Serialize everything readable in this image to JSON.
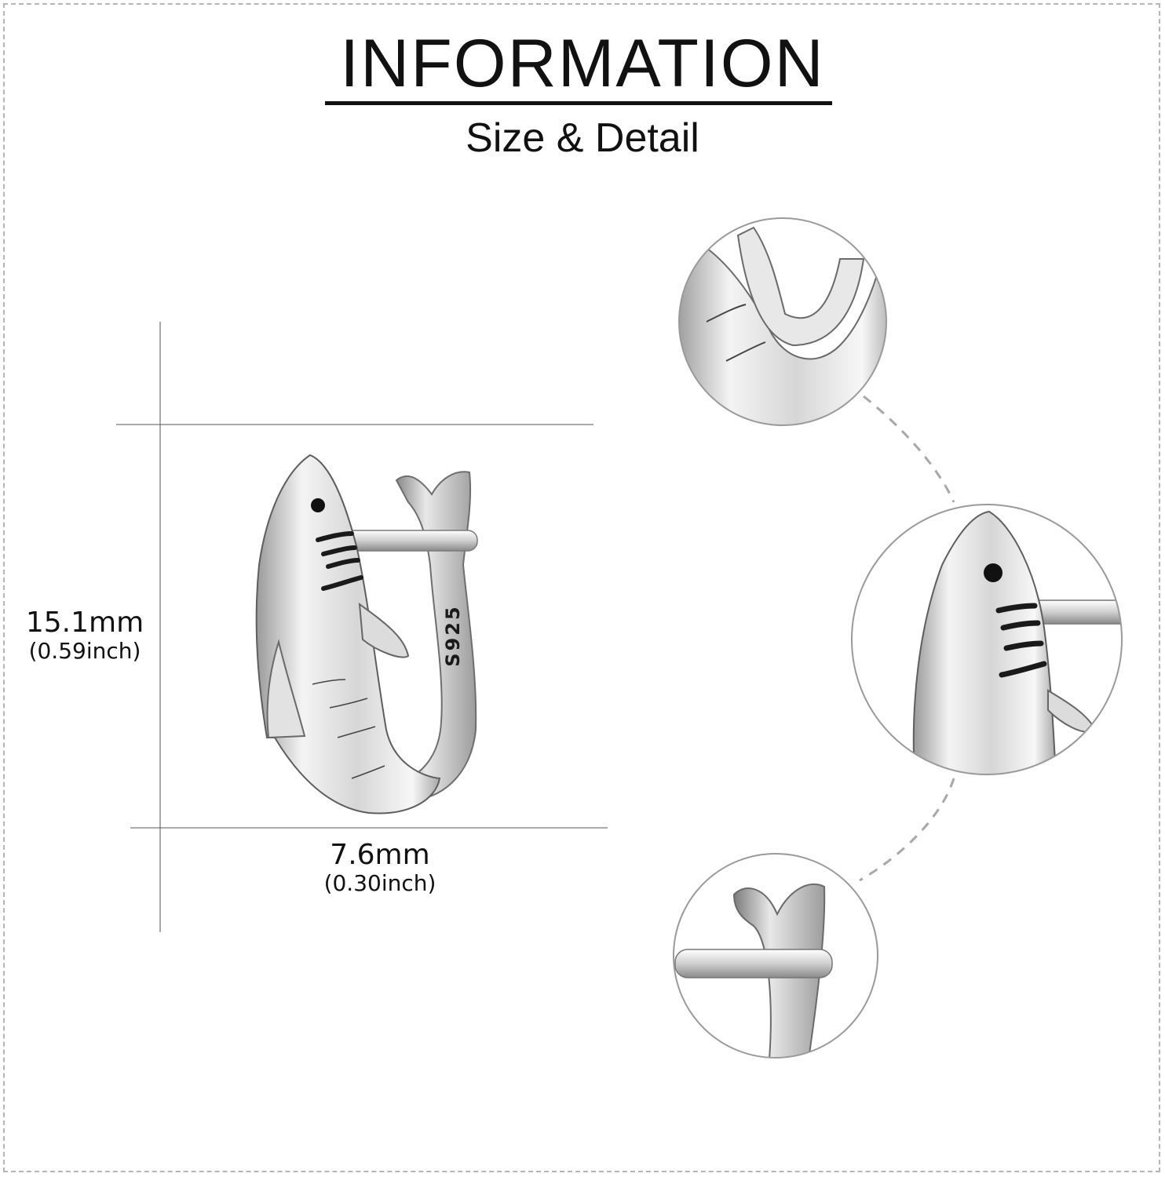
{
  "header": {
    "title": "INFORMATION",
    "subtitle": "Size & Detail"
  },
  "dimensions": {
    "height": {
      "value": "15.1mm",
      "imperial": "(0.59inch)"
    },
    "width": {
      "value": "7.6mm",
      "imperial": "(0.30inch)"
    }
  },
  "product": {
    "stamp": "S925"
  },
  "colors": {
    "silver_light": "#f2f2f2",
    "silver_mid": "#c9c9c9",
    "silver_dark": "#8c8c8c",
    "stripe": "#1a1a1a",
    "guide_line": "#555555",
    "dashed_connector": "#a8a8a8"
  }
}
